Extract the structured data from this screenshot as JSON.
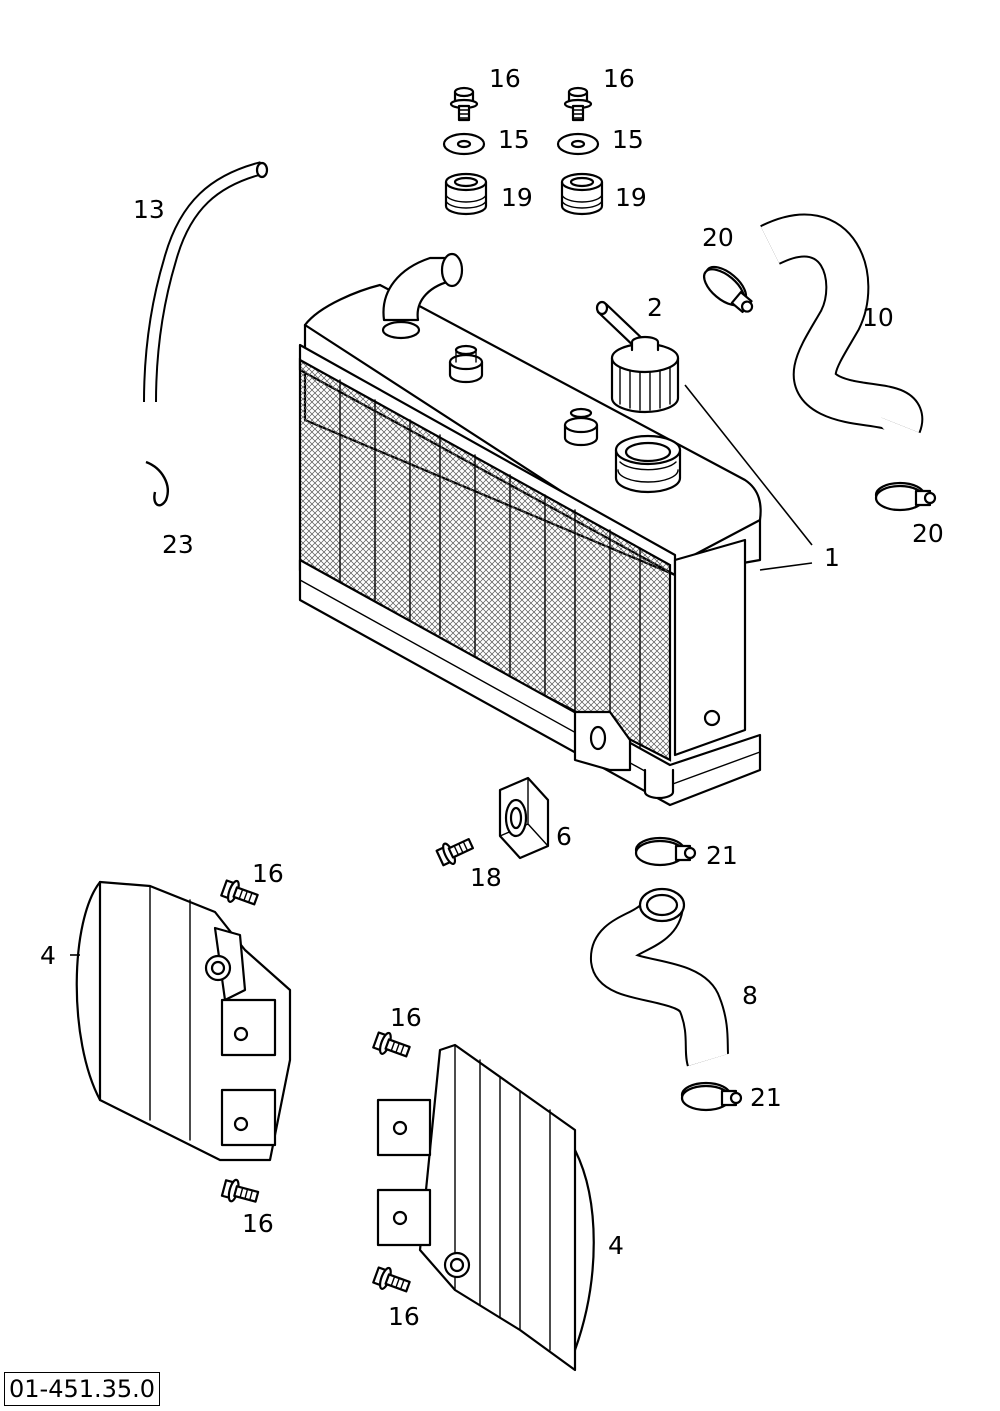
{
  "drawing_number": "01-451.35.0",
  "callouts": [
    {
      "id": "c16a",
      "text": "16"
    },
    {
      "id": "c16b",
      "text": "16"
    },
    {
      "id": "c15a",
      "text": "15"
    },
    {
      "id": "c15b",
      "text": "15"
    },
    {
      "id": "c19a",
      "text": "19"
    },
    {
      "id": "c19b",
      "text": "19"
    },
    {
      "id": "c13",
      "text": "13"
    },
    {
      "id": "c20a",
      "text": "20"
    },
    {
      "id": "c2",
      "text": "2"
    },
    {
      "id": "c10",
      "text": "10"
    },
    {
      "id": "c20b",
      "text": "20"
    },
    {
      "id": "c1",
      "text": "1"
    },
    {
      "id": "c23",
      "text": "23"
    },
    {
      "id": "c6",
      "text": "6"
    },
    {
      "id": "c21a",
      "text": "21"
    },
    {
      "id": "c18",
      "text": "18"
    },
    {
      "id": "c16c",
      "text": "16"
    },
    {
      "id": "c4a",
      "text": "4"
    },
    {
      "id": "c8",
      "text": "8"
    },
    {
      "id": "c16d",
      "text": "16"
    },
    {
      "id": "c21b",
      "text": "21"
    },
    {
      "id": "c16e",
      "text": "16"
    },
    {
      "id": "c4b",
      "text": "4"
    },
    {
      "id": "c16f",
      "text": "16"
    }
  ]
}
